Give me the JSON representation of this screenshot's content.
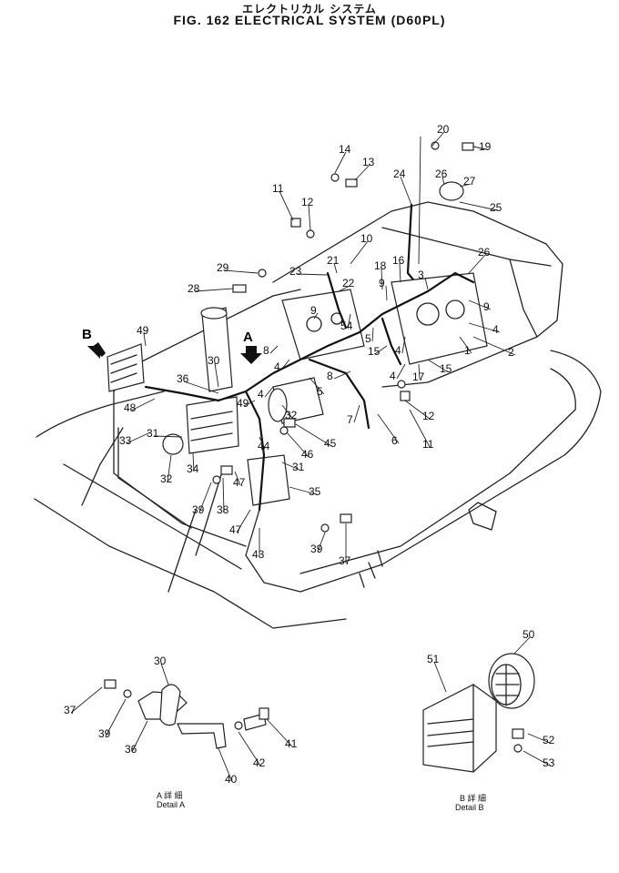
{
  "header": {
    "title_jp": "エレクトリカル システム",
    "title_en": "FIG. 162  ELECTRICAL SYSTEM (D60PL)"
  },
  "details": {
    "a_jp": "A 詳 細",
    "a_en": "Detail A",
    "b_jp": "B 詳 細",
    "b_en": "Detail B",
    "view_a": "A",
    "view_b": "B"
  },
  "labels": [
    {
      "t": "20"
    },
    {
      "t": "19"
    },
    {
      "t": "14"
    },
    {
      "t": "13"
    },
    {
      "t": "24"
    },
    {
      "t": "26"
    },
    {
      "t": "27"
    },
    {
      "t": "25"
    },
    {
      "t": "11"
    },
    {
      "t": "12"
    },
    {
      "t": "10"
    },
    {
      "t": "21"
    },
    {
      "t": "18"
    },
    {
      "t": "16"
    },
    {
      "t": "26"
    },
    {
      "t": "29"
    },
    {
      "t": "23"
    },
    {
      "t": "22"
    },
    {
      "t": "3"
    },
    {
      "t": "28"
    },
    {
      "t": "9"
    },
    {
      "t": "9"
    },
    {
      "t": "9"
    },
    {
      "t": "54"
    },
    {
      "t": "5"
    },
    {
      "t": "15"
    },
    {
      "t": "4"
    },
    {
      "t": "1"
    },
    {
      "t": "2"
    },
    {
      "t": "4"
    },
    {
      "t": "49"
    },
    {
      "t": "8"
    },
    {
      "t": "4"
    },
    {
      "t": "30"
    },
    {
      "t": "15"
    },
    {
      "t": "4"
    },
    {
      "t": "17"
    },
    {
      "t": "36"
    },
    {
      "t": "8"
    },
    {
      "t": "5"
    },
    {
      "t": "49"
    },
    {
      "t": "4"
    },
    {
      "t": "12"
    },
    {
      "t": "7"
    },
    {
      "t": "48"
    },
    {
      "t": "32"
    },
    {
      "t": "11"
    },
    {
      "t": "31"
    },
    {
      "t": "6"
    },
    {
      "t": "33"
    },
    {
      "t": "45"
    },
    {
      "t": "44"
    },
    {
      "t": "46"
    },
    {
      "t": "32"
    },
    {
      "t": "34"
    },
    {
      "t": "47"
    },
    {
      "t": "31"
    },
    {
      "t": "39"
    },
    {
      "t": "38"
    },
    {
      "t": "35"
    },
    {
      "t": "47"
    },
    {
      "t": "39"
    },
    {
      "t": "43"
    },
    {
      "t": "37"
    },
    {
      "t": "50"
    },
    {
      "t": "51"
    },
    {
      "t": "30"
    },
    {
      "t": "37"
    },
    {
      "t": "39"
    },
    {
      "t": "41"
    },
    {
      "t": "36"
    },
    {
      "t": "42"
    },
    {
      "t": "40"
    },
    {
      "t": "52"
    },
    {
      "t": "53"
    }
  ]
}
